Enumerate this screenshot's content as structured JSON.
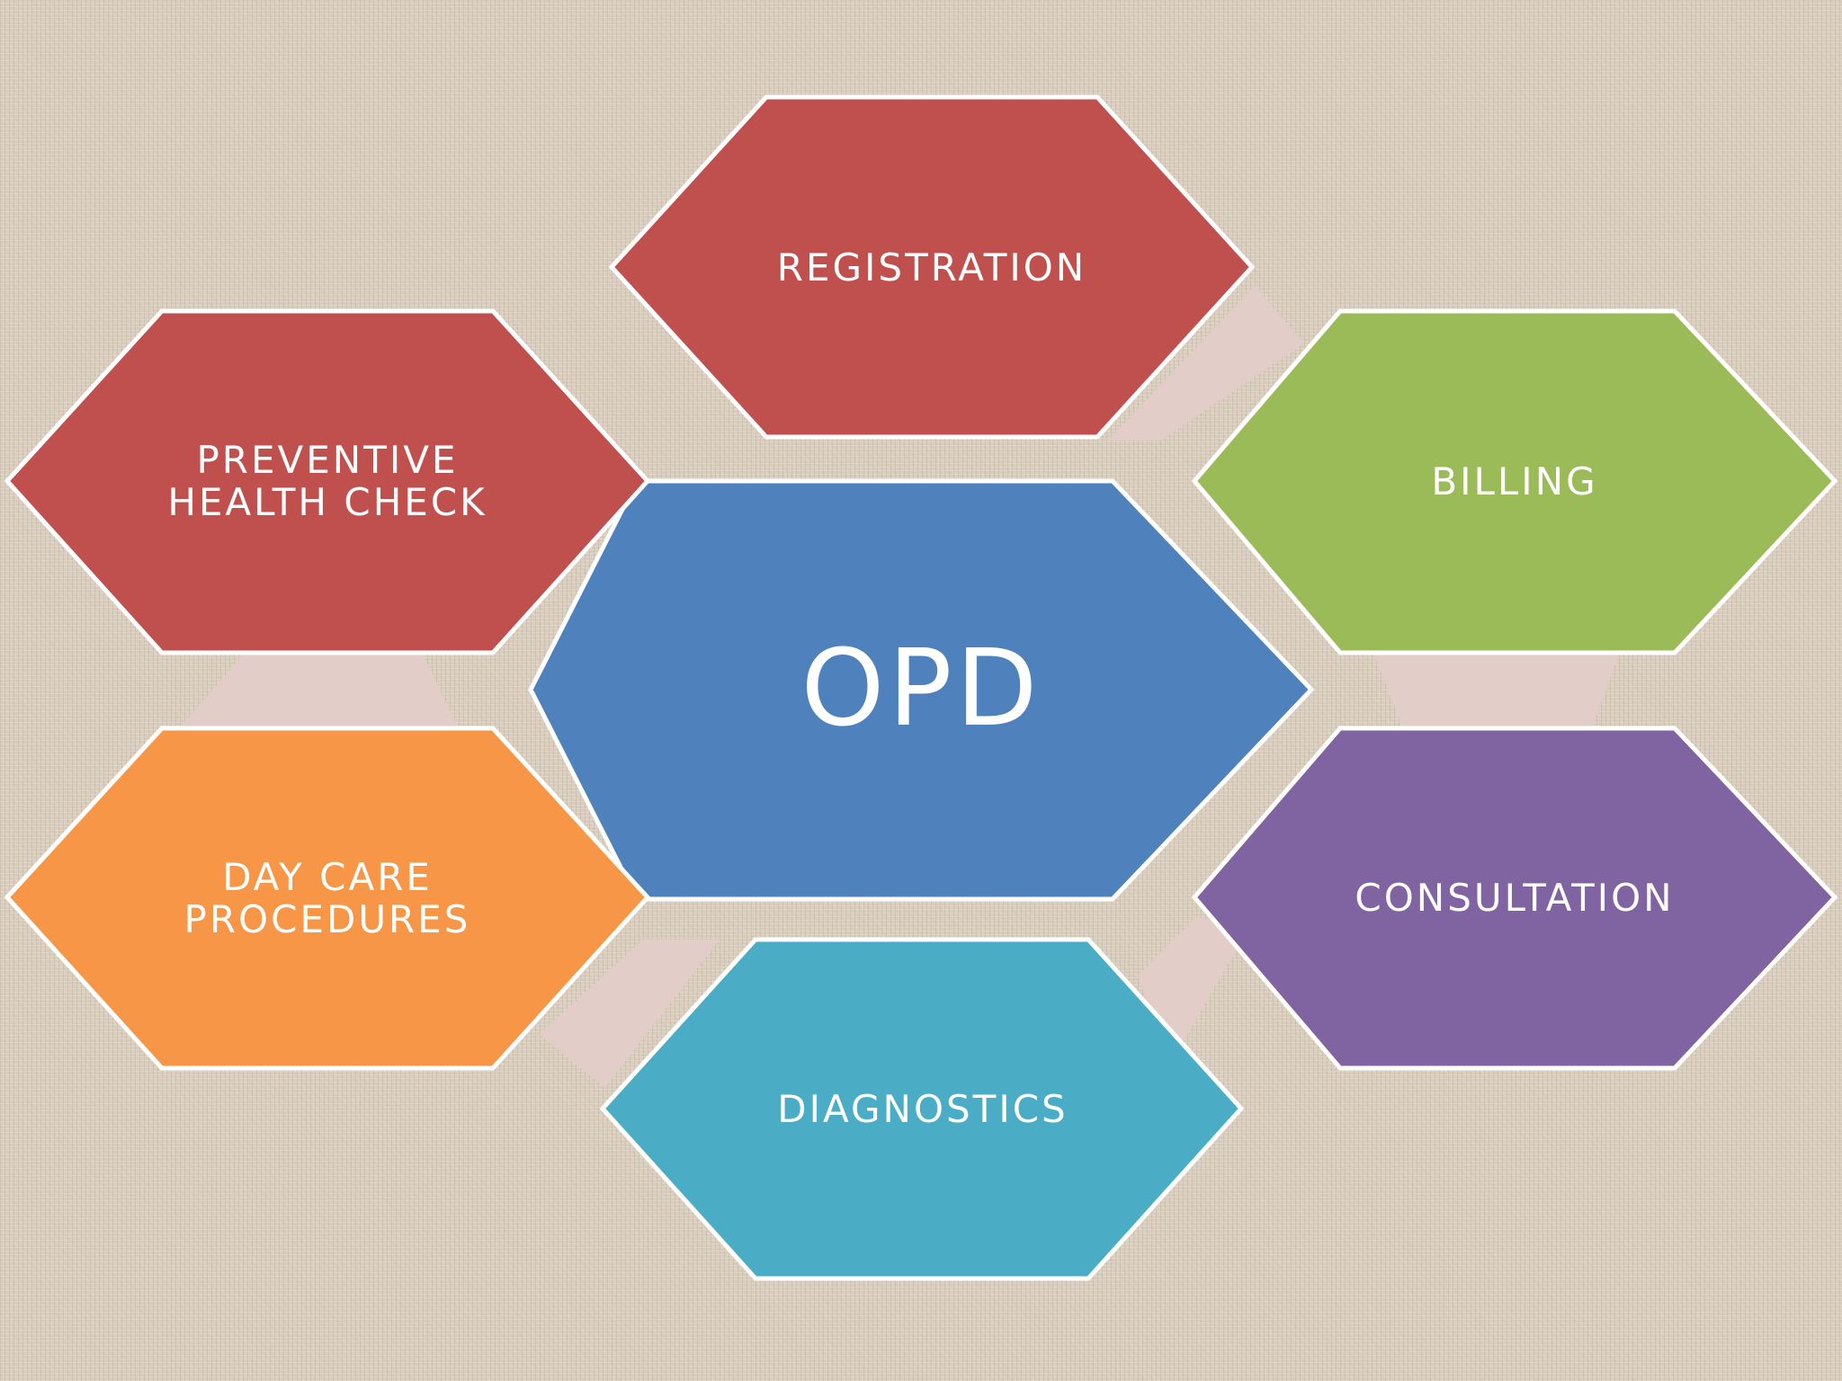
{
  "diagram": {
    "center": {
      "label": "OPD",
      "color": "#4f81bd"
    },
    "nodes": [
      {
        "id": "registration",
        "lines": [
          "REGISTRATION"
        ],
        "color": "#c0504d"
      },
      {
        "id": "billing",
        "lines": [
          "BILLING"
        ],
        "color": "#9bbb59"
      },
      {
        "id": "consultation",
        "lines": [
          "CONSULTATION"
        ],
        "color": "#8064a2"
      },
      {
        "id": "diagnostics",
        "lines": [
          "DIAGNOSTICS"
        ],
        "color": "#4bacc6"
      },
      {
        "id": "day-care-procedures",
        "lines": [
          "DAY CARE",
          "PROCEDURES"
        ],
        "color": "#f79646"
      },
      {
        "id": "preventive-health-check",
        "lines": [
          "PREVENTIVE",
          "HEALTH CHECK"
        ],
        "color": "#c0504d"
      }
    ]
  }
}
